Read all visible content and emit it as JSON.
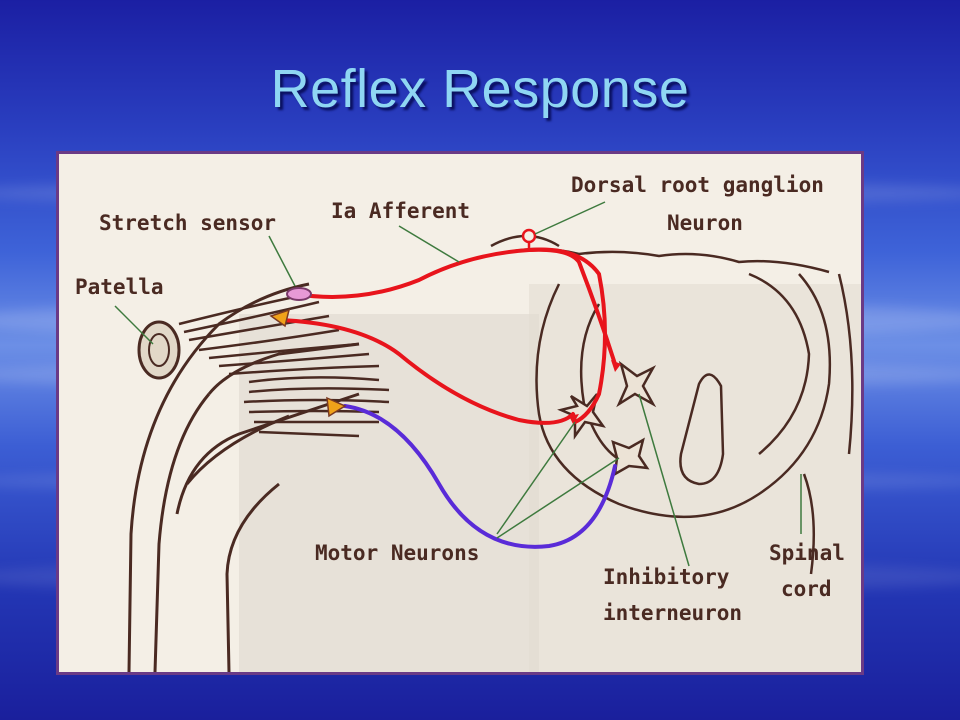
{
  "slide": {
    "title": "Reflex Response"
  },
  "diagram": {
    "labels": {
      "stretch_sensor": "Stretch sensor",
      "ia_afferent": "Ia Afferent",
      "drg_line1": "Dorsal root ganglion",
      "drg_line2": "Neuron",
      "patella": "Patella",
      "motor_neurons": "Motor Neurons",
      "inhibitory_line1": "Inhibitory",
      "inhibitory_line2": "interneuron",
      "spinal_line1": "Spinal",
      "spinal_line2": "cord"
    },
    "colors": {
      "afferent": "#e8141c",
      "motor_blue": "#5a2bd8",
      "sensor": "#e79ad6",
      "ink": "#4a2a22",
      "terminal": "#f0a21a",
      "pointer": "#3e7a3e"
    }
  }
}
